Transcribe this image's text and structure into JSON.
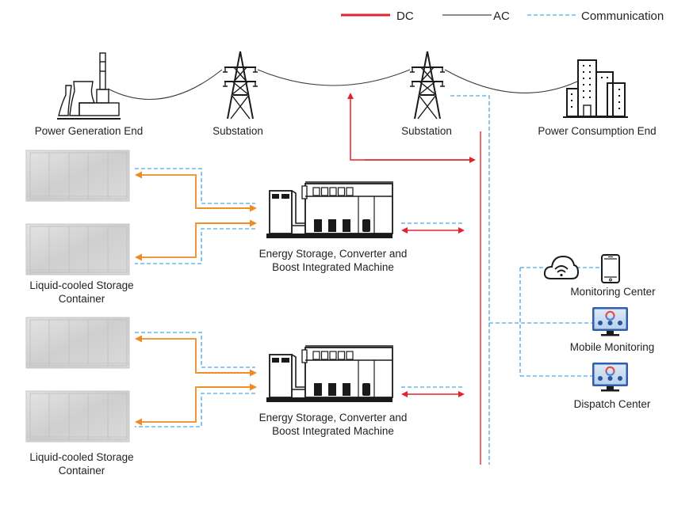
{
  "legend": {
    "dc": "DC",
    "ac": "AC",
    "communication": "Communication"
  },
  "colors": {
    "dc": "#e3232c",
    "dc_bus": "#ee6b73",
    "ac": "#3a3a3a",
    "communication": "#4aa8e0",
    "battery_link": "#f08a24"
  },
  "grid": {
    "generation": "Power Generation End",
    "substation_1": "Substation",
    "substation_2": "Substation",
    "consumption": "Power Consumption End"
  },
  "storage_groups": [
    {
      "container_label_line1": "Liquid-cooled Storage",
      "container_label_line2": "Container",
      "machine_label_line1": "Energy Storage, Converter and",
      "machine_label_line2": "Boost Integrated Machine"
    },
    {
      "container_label_line1": "Liquid-cooled Storage",
      "container_label_line2": "Container",
      "machine_label_line1": "Energy Storage, Converter and",
      "machine_label_line2": "Boost Integrated Machine"
    }
  ],
  "monitoring": {
    "monitoring_center": "Monitoring Center",
    "mobile_monitoring": "Mobile Monitoring",
    "dispatch_center": "Dispatch Center"
  }
}
